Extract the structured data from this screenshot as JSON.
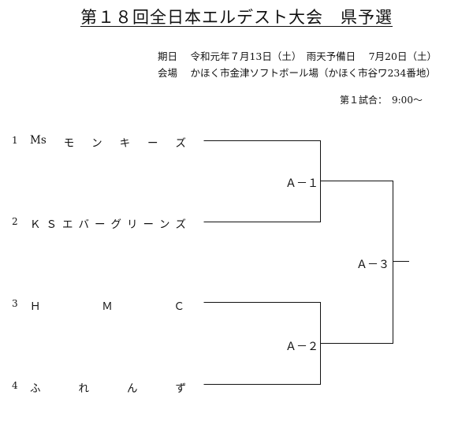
{
  "title": "第１８回全日本エルデスト大会　県予選",
  "info": {
    "date": "期日　 令和元年７月13日（土）　雨天予備日　 7月20日（土）",
    "venue": "会場　 かほく市金津ソフトボール場（かほく市谷ワ234番地）"
  },
  "first_match_time": "第１試合：　9:00～",
  "teams": [
    {
      "number": "1",
      "name": "Msモンキーズ",
      "display_chars": [
        "Ms",
        "モ",
        "ン",
        "キ",
        "ー",
        "ズ"
      ]
    },
    {
      "number": "2",
      "name": "ＫＳエバーグリーンズ",
      "display_chars": [
        "Ｋ",
        "Ｓ",
        "エ",
        "バ",
        "ー",
        "グ",
        "リ",
        "ー",
        "ン",
        "ズ"
      ]
    },
    {
      "number": "3",
      "name": "ＨＭＣ",
      "display_chars": [
        "Ｈ",
        "Ｍ",
        "Ｃ"
      ]
    },
    {
      "number": "4",
      "name": "ふれんず",
      "display_chars": [
        "ふ",
        "れ",
        "ん",
        "ず"
      ]
    }
  ],
  "matches": [
    {
      "label": "Ａ－１"
    },
    {
      "label": "Ａ－２"
    },
    {
      "label": "Ａ－３"
    }
  ]
}
